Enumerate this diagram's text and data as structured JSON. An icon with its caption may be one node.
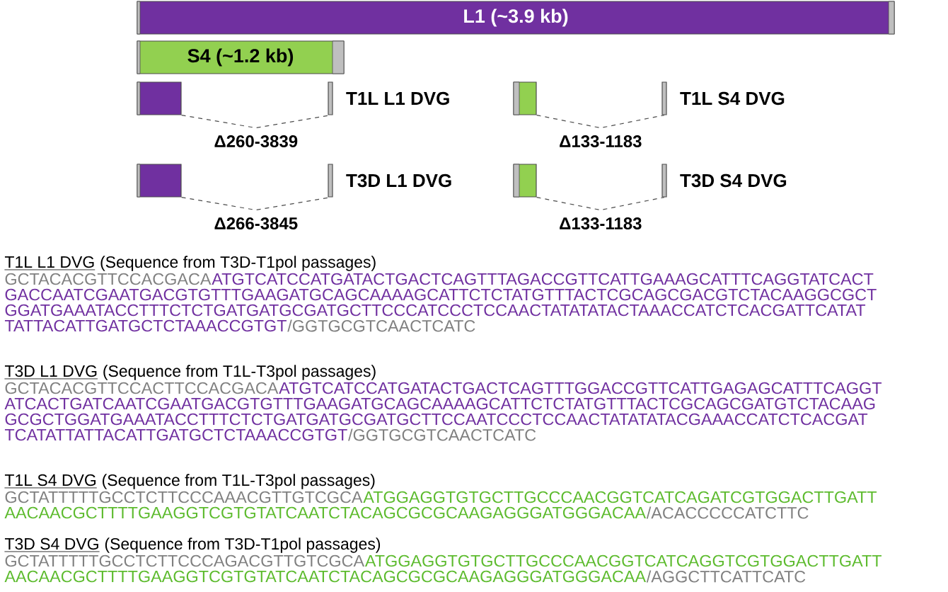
{
  "diagram": {
    "nodes": [
      {
        "text": [
          "L1 (~3.9 kb)"
        ]
      },
      {
        "text": [
          "S4 (~1.2 kb)"
        ]
      },
      {
        "text": [],
        "shape": "bar"
      },
      {
        "text": [],
        "shape": "bar",
        "beside": [
          "T1L L1 DVG"
        ]
      },
      {
        "text": [],
        "shape": "bar"
      },
      {
        "text": [],
        "shape": "bar",
        "beside": [
          "T1L S4 DVG"
        ]
      },
      {
        "text": [],
        "shape": "bar"
      },
      {
        "text": [],
        "shape": "bar",
        "beside": [
          "T3D L1 DVG"
        ]
      },
      {
        "text": [],
        "shape": "bar"
      },
      {
        "text": [],
        "shape": "bar",
        "beside": [
          "T3D S4 DVG"
        ]
      }
    ],
    "edges": [
      {
        "from": 2,
        "to": 3,
        "arrow": "none",
        "style": "dashed",
        "label": "Δ260-3839"
      },
      {
        "from": 4,
        "to": 5,
        "arrow": "none",
        "style": "dashed",
        "label": "Δ133-1183"
      },
      {
        "from": 6,
        "to": 7,
        "arrow": "none",
        "style": "dashed",
        "label": "Δ266-3845"
      },
      {
        "from": 8,
        "to": 9,
        "arrow": "none",
        "style": "dashed",
        "label": "Δ133-1183"
      }
    ],
    "labels": [
      "T1L L1 DVG",
      "(Sequence from T3D-T1pol passages)",
      "GCTACACGTTCCACGACA",
      "ATGTCATCCATGATACTGACTCAGTTTAGACCGTTCATTGAAAGCATTTCAGGTATCACT",
      "GACCAATCGAATGACGTGTTTGAAGATGCAGCAAAAGCATTCTCTATGTTTACTCGCAGCGACGTCTACAAGGCGCT",
      "GGATGAAATACCTTTCTCTGATGATGCGATGCTTCCCATCCCTCCAACTATATATACTAAACCATCTCACGATTCATAT",
      "TATTACATTGATGCTCTAAACCGTGT",
      "/GGTGCGTCAACTCATC",
      "T3D L1 DVG",
      "(Sequence from T1L-T3pol passages)",
      "GCTACACGTTCCACTTCCACGACA",
      "ATGTCATCCATGATACTGACTCAGTTTGGACCGTTCATTGAGAGCATTTCAGGT",
      "ATCACTGATCAATCGAATGACGTGTTTGAAGATGCAGCAAAAGCATTCTCTATGTTTACTCGCAGCGATGTCTACAAG",
      "GCGCTGGATGAAATACCTTTCTCTGATGATGCGATGCTTCCAATCCCTCCAACTATATATACGAAACCATCTCACGAT",
      "TCATATTATTACATTGATGCTCTAAACCGTGT",
      "/GGTGCGTCAACTCATC",
      "T1L S4 DVG",
      "(Sequence from T1L-T3pol passages)",
      "GCTATTTTTGCCTCTTCCCAAACGTTGTCGCA",
      "ATGGAGGTGTGCTTGCCCAACGGTCATCAGATCGTGGACTTGATT",
      "AACAACGCTTTTGAAGGTCGTGTATCAATCTACAGCGCGCAAGAGGGATGGGACAA",
      "/ACACCCCCATCTTC",
      "T3D S4 DVG",
      "(Sequence from T3D-T1pol passages)",
      "GCTATTTTTGCCTCTTCCCAGACGTTGTCGCA",
      "ATGGAGGTGTGCTTGCCCAACGGTCATCAGGTCGTGGACTTGATT",
      "AACAACGCTTTTGAAGGTCGTGTATCAATCTACAGCGCGCAAGAGGGATGGGACAA",
      "/AGGCTTCATTCATC"
    ]
  }
}
